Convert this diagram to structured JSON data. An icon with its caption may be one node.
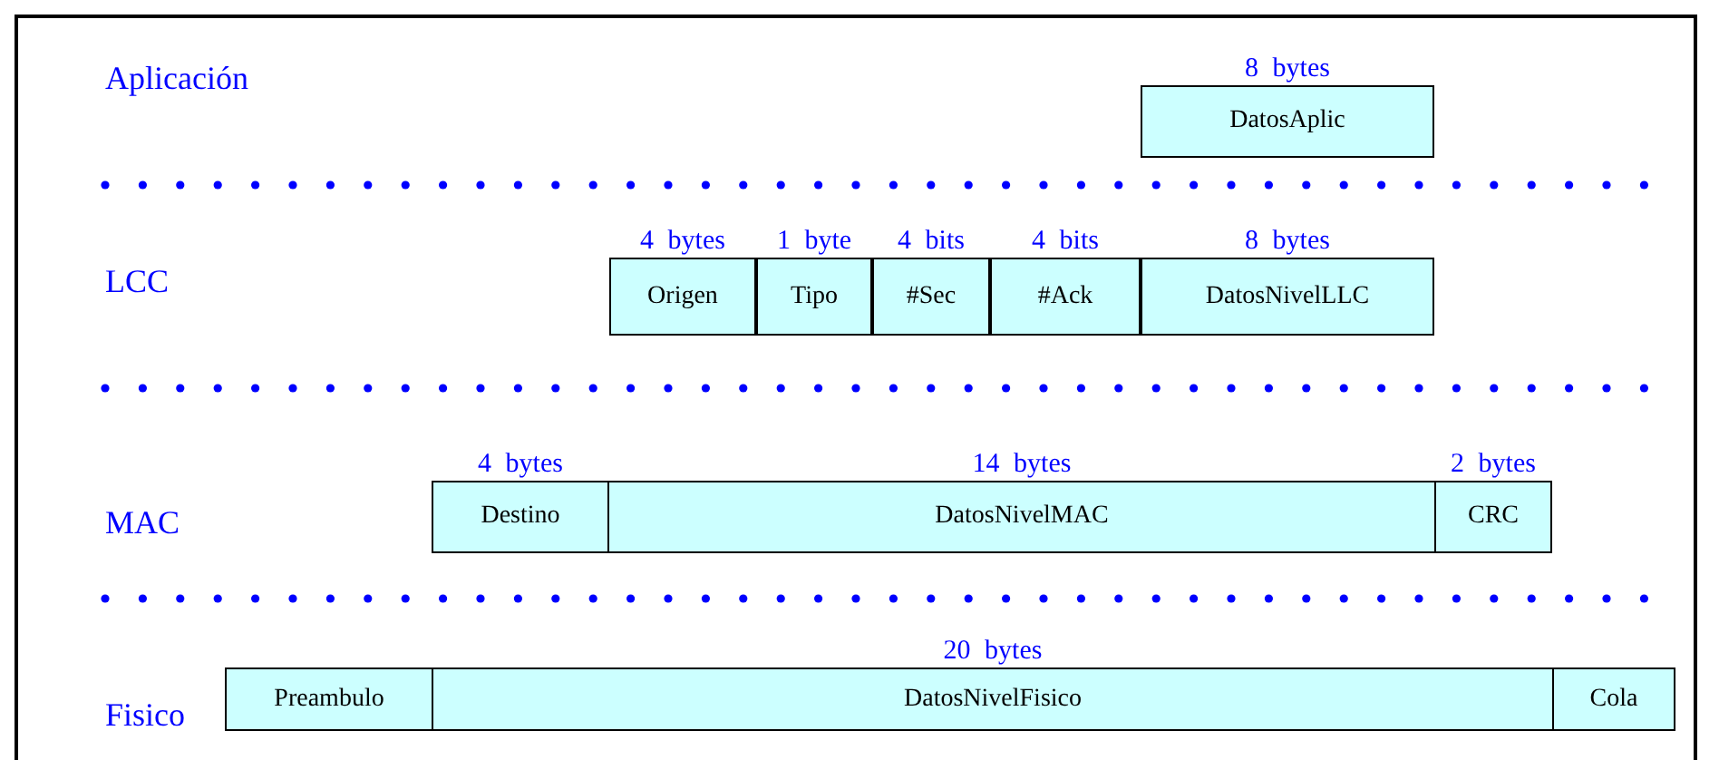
{
  "diagram": {
    "nodes": [
      {
        "text": [
          "DatosAplic"
        ],
        "beside": [
          "8 bytes"
        ]
      },
      {
        "text": [
          "Origen"
        ],
        "beside": [
          "4 bytes"
        ]
      },
      {
        "text": [
          "Tipo"
        ],
        "beside": [
          "1 byte"
        ]
      },
      {
        "text": [
          "#Sec"
        ],
        "beside": [
          "4 bits"
        ]
      },
      {
        "text": [
          "#Ack"
        ],
        "beside": [
          "4 bits"
        ]
      },
      {
        "text": [
          "DatosNivelLLC"
        ],
        "beside": [
          "8 bytes"
        ]
      },
      {
        "text": [
          "Destino"
        ],
        "beside": [
          "4 bytes"
        ]
      },
      {
        "text": [
          "DatosNivelMAC"
        ],
        "beside": [
          "14 bytes"
        ]
      },
      {
        "text": [
          "CRC"
        ],
        "beside": [
          "2 bytes"
        ]
      },
      {
        "text": [
          "Preambulo"
        ]
      },
      {
        "text": [
          "DatosNivelFisico"
        ],
        "beside": [
          "20 bytes"
        ]
      },
      {
        "text": [
          "Cola"
        ]
      }
    ],
    "labels": [
      "Aplicación",
      "LCC",
      "MAC",
      "Fisico"
    ]
  }
}
